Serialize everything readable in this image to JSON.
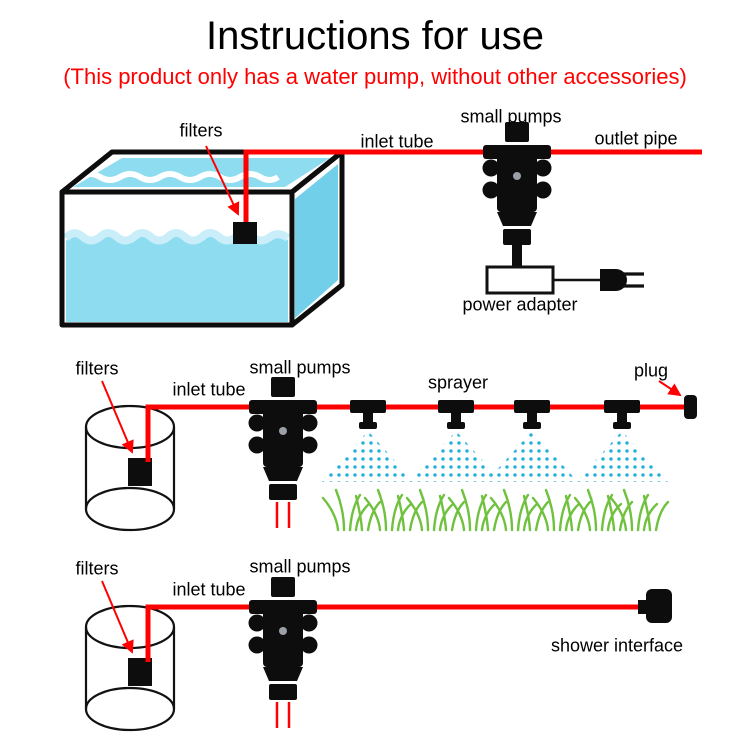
{
  "header": {
    "title": "Instructions for use",
    "subtitle": "(This product only has a water pump, without other accessories)"
  },
  "colors": {
    "accent-red": "#ff0000",
    "water-blue": "#8edcf0",
    "water-blue-light": "#c9eef9",
    "water-blue-deep": "#72cfe9",
    "spray-blue": "#2bb1e0",
    "grass-green": "#6fc13e"
  },
  "diagram1": {
    "labels": {
      "filters": "filters",
      "inlet_tube": "inlet tube",
      "small_pumps": "small pumps",
      "outlet_pipe": "outlet pipe",
      "power_adapter": "power adapter"
    }
  },
  "diagram2": {
    "labels": {
      "filters": "filters",
      "inlet_tube": "inlet tube",
      "small_pumps": "small pumps",
      "sprayer": "sprayer",
      "plug": "plug"
    }
  },
  "diagram3": {
    "labels": {
      "filters": "filters",
      "inlet_tube": "inlet tube",
      "small_pumps": "small pumps",
      "shower_interface": "shower interface"
    }
  }
}
